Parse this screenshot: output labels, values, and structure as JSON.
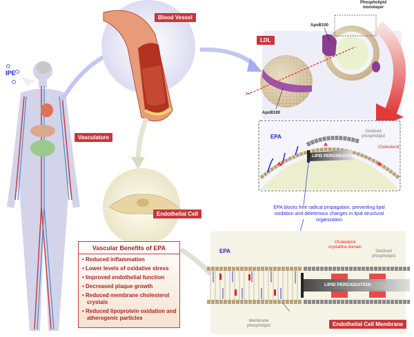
{
  "labels": {
    "ipe": "IPE",
    "vasculature": "Vasculature",
    "blood_vessel": "Blood Vessel",
    "ldl": "LDL",
    "apob100_top": "ApoB100",
    "apob100_bottom": "ApoB100",
    "phospholipid_monolayer": "Phospholipid monolayer",
    "endothelial_cell": "Endothelial Cell",
    "endothelial_cell_membrane": "Endothelial Cell Membrane"
  },
  "inset_ldl": {
    "epa": "EPA",
    "oxidized_phospholipid": "Oxidized phospholipid",
    "cholesterol": "Cholesterol",
    "lipid_peroxidation": "LIPID PEROXIDATION"
  },
  "center_note": "EPA blocks free radical propagation, preventing lipid oxidation and deleterious changes in lipid structural organization",
  "membrane": {
    "epa": "EPA",
    "cholesterol_domain": "Cholesterol crystalline domain",
    "oxidized_phospholipid": "Oxidized phospholipid",
    "lipid_peroxidation": "LIPID PEROXIDATION",
    "membrane_phospholipid": "Membrane phospholipid"
  },
  "benefits": {
    "title": "Vascular Benefits of EPA",
    "items": [
      "Reduced inflammation",
      "Lower levels of oxidative stress",
      "Improved endothelial function",
      "Decreased plaque growth",
      "Reduced membrane cholesterol crystals",
      "Reduced lipoprotein oxidation and atherogenic particles"
    ]
  },
  "colors": {
    "tag_red": "#c8373b",
    "epa_blue": "#2020e0",
    "phospholipid_head": "#b9a27a",
    "oxidized_head": "#8a8a8a",
    "cholesterol_red": "#e02020"
  }
}
